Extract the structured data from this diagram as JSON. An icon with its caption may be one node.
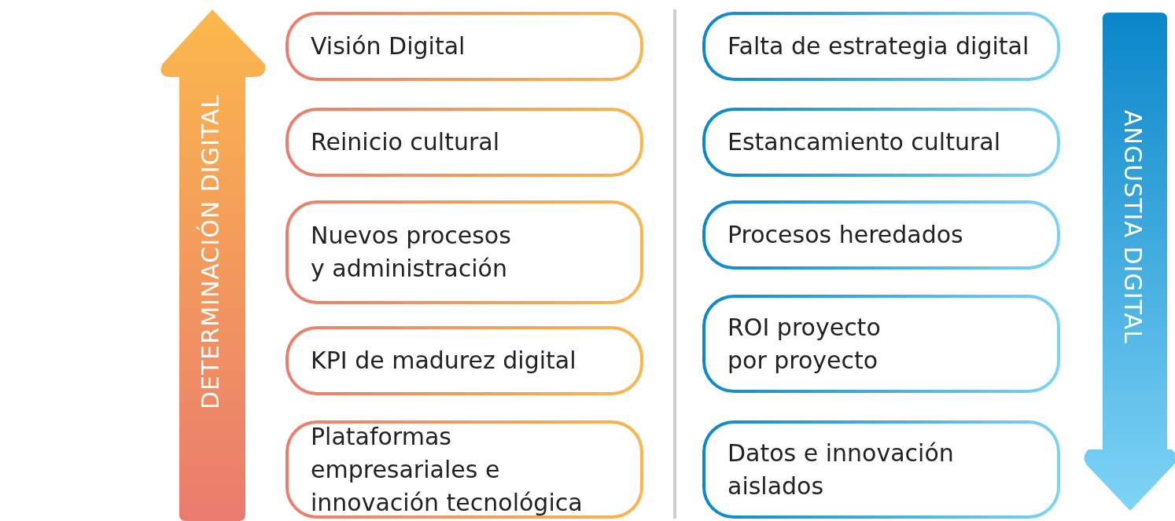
{
  "diagram": {
    "nodes": [
      {
        "text": [
          "Visión Digital"
        ]
      },
      {
        "text": [
          "Reinicio cultural"
        ]
      },
      {
        "text": [
          "Nuevos procesos y administración"
        ]
      },
      {
        "text": [
          "KPI de madurez digital"
        ]
      },
      {
        "text": [
          "Plataformas empresariales e innovación tecnológica"
        ]
      },
      {
        "text": [
          "Falta de estrategia digital"
        ]
      },
      {
        "text": [
          "Estancamiento cultural"
        ]
      },
      {
        "text": [
          "Procesos heredados"
        ]
      },
      {
        "text": [
          "ROI proyecto por proyecto"
        ]
      },
      {
        "text": [
          "Datos e innovación aislados"
        ]
      }
    ],
    "edges": [],
    "labels": [
      "DETERMINACIÓN DIGITAL",
      "ANGUSTIA DIGITAL"
    ]
  }
}
